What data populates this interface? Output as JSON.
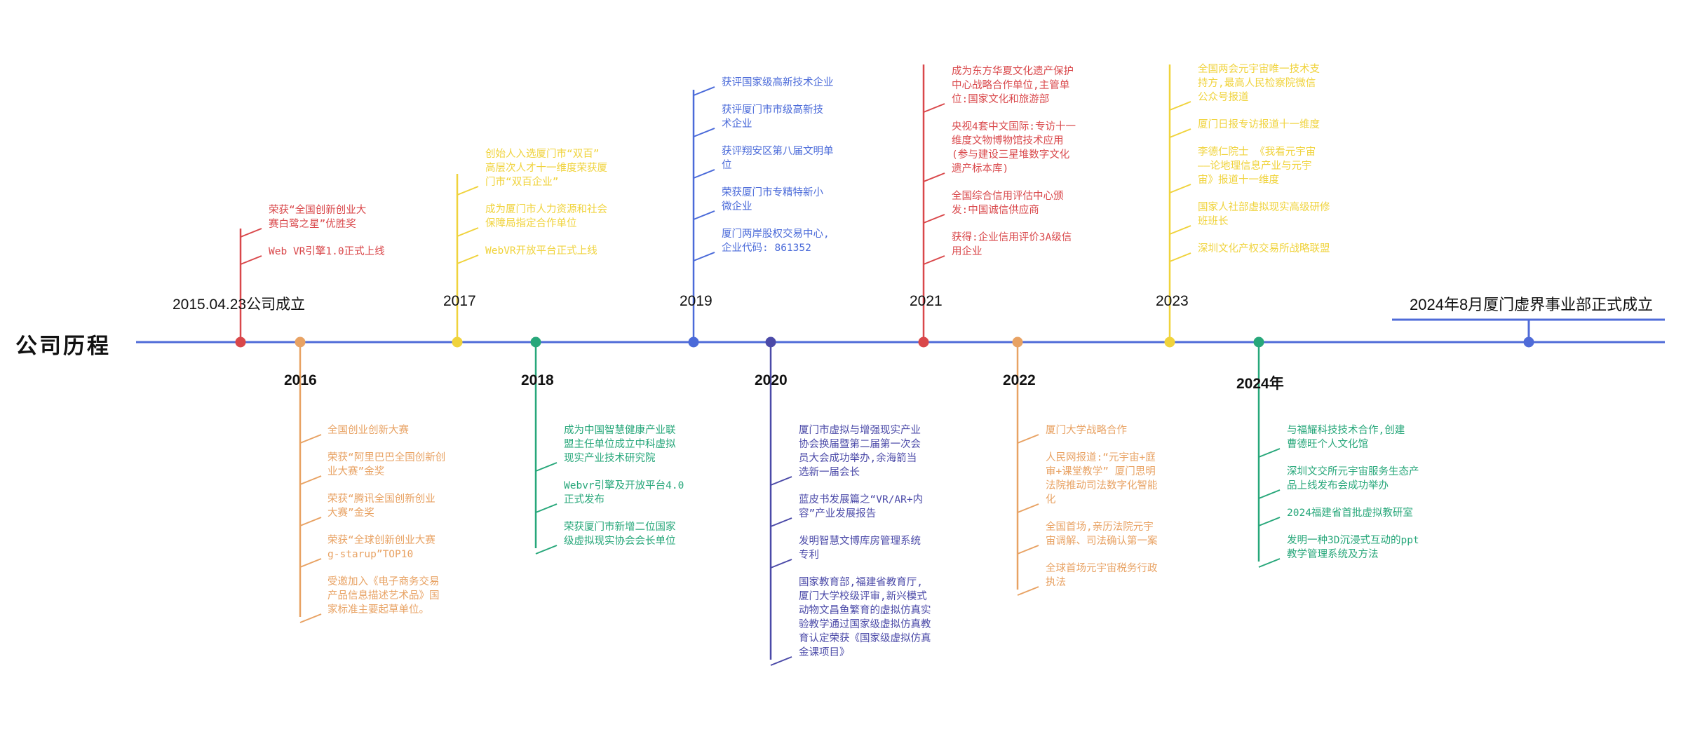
{
  "diagram": {
    "title": "公司历程",
    "milestone": "2024年8月厦门虚界事业部正式成立",
    "nodes": [
      {
        "year": "2015.04.23公司成立",
        "side": "top",
        "color": "#d9474a",
        "items": [
          "荣获“全国创新创业大\n赛白鹭之星”优胜奖",
          "Web VR引擎1.0正式上线"
        ]
      },
      {
        "year": "2016",
        "side": "bottom",
        "color": "#e8a263",
        "items": [
          "全国创业创新大赛",
          "荣获“阿里巴巴全国创新创\n业大赛”金奖",
          "荣获“腾讯全国创新创业\n大赛”金奖",
          "荣获“全球创新创业大赛\ng-starup”TOP10",
          "受邀加入《电子商务交易\n产品信息描述艺术品》国\n家标准主要起草单位。"
        ]
      },
      {
        "year": "2017",
        "side": "top",
        "color": "#f0d33c",
        "items": [
          "创始人入选厦门市“双百”\n高层次人才十一维度荣获厦\n门市“双百企业”",
          "成为厦门市人力资源和社会\n保障局指定合作单位",
          "WebVR开放平台正式上线"
        ]
      },
      {
        "year": "2018",
        "side": "bottom",
        "color": "#27a77a",
        "items": [
          "成为中国智慧健康产业联\n盟主任单位成立中科虚拟\n现实产业技术研究院",
          "Webvr引擎及开放平台4.0\n正式发布",
          "荣获厦门市新增二位国家\n级虚拟现实协会会长单位"
        ]
      },
      {
        "year": "2019",
        "side": "top",
        "color": "#4a6ad9",
        "items": [
          "获评国家级高新技术企业",
          "获评厦门市市级高新技\n术企业",
          "获评翔安区第八届文明单\n位",
          "荣获厦门市专精特新小\n微企业",
          "厦门两岸股权交易中心,\n企业代码: 861352"
        ]
      },
      {
        "year": "2020",
        "side": "bottom",
        "color": "#4b4aa8",
        "items": [
          "厦门市虚拟与增强现实产业\n协会换届暨第二届第一次会\n员大会成功举办,余海箭当\n选新一届会长",
          "蓝皮书发展篇之“VR/AR+内\n容”产业发展报告",
          "发明智慧文博库房管理系统\n专利",
          "国家教育部,福建省教育厅,\n厦门大学校级评审,新兴模式\n动物文昌鱼繁育的虚拟仿真实\n验教学通过国家级虚拟仿真教\n育认定荣获《国家级虚拟仿真\n金课项目》"
        ]
      },
      {
        "year": "2021",
        "side": "top",
        "color": "#d9474a",
        "items": [
          "成为东方华夏文化遗产保护\n中心战略合作单位,主管单\n位:国家文化和旅游部",
          "央视4套中文国际:专访十一\n维度文物博物馆技术应用\n(参与建设三星堆数字文化\n遗产标本库)",
          "全国综合信用评估中心颁\n发:中国诚信供应商",
          "获得:企业信用评价3A级信\n用企业"
        ]
      },
      {
        "year": "2022",
        "side": "bottom",
        "color": "#e8a263",
        "items": [
          "厦门大学战略合作",
          "人民网报道:“元宇宙+庭\n审+课堂教学” 厦门思明\n法院推动司法数字化智能\n化",
          "全国首场,亲历法院元宇\n宙调解、司法确认第一案",
          "全球首场元宇宙税务行政\n执法"
        ]
      },
      {
        "year": "2023",
        "side": "top",
        "color": "#f0d33c",
        "items": [
          "全国两会元宇宙唯一技术支\n持方,最高人民检察院微信\n公众号报道",
          "厦门日报专访报道十一维度",
          "李德仁院士 《我看元宇宙\n——论地理信息产业与元宇\n宙》报道十一维度",
          "国家人社部虚拟现实高级研修\n班班长",
          "深圳文化产权交易所战略联盟"
        ]
      },
      {
        "year": "2024年",
        "side": "bottom",
        "color": "#27a77a",
        "items": [
          "与福耀科技技术合作,创建\n曹德旺个人文化馆",
          "深圳文交所元宇宙服务生态产\n品上线发布会成功举办",
          "2024福建省首批虚拟教研室",
          "发明一种3D沉浸式互动的ppt\n教学管理系统及方法"
        ]
      }
    ]
  }
}
